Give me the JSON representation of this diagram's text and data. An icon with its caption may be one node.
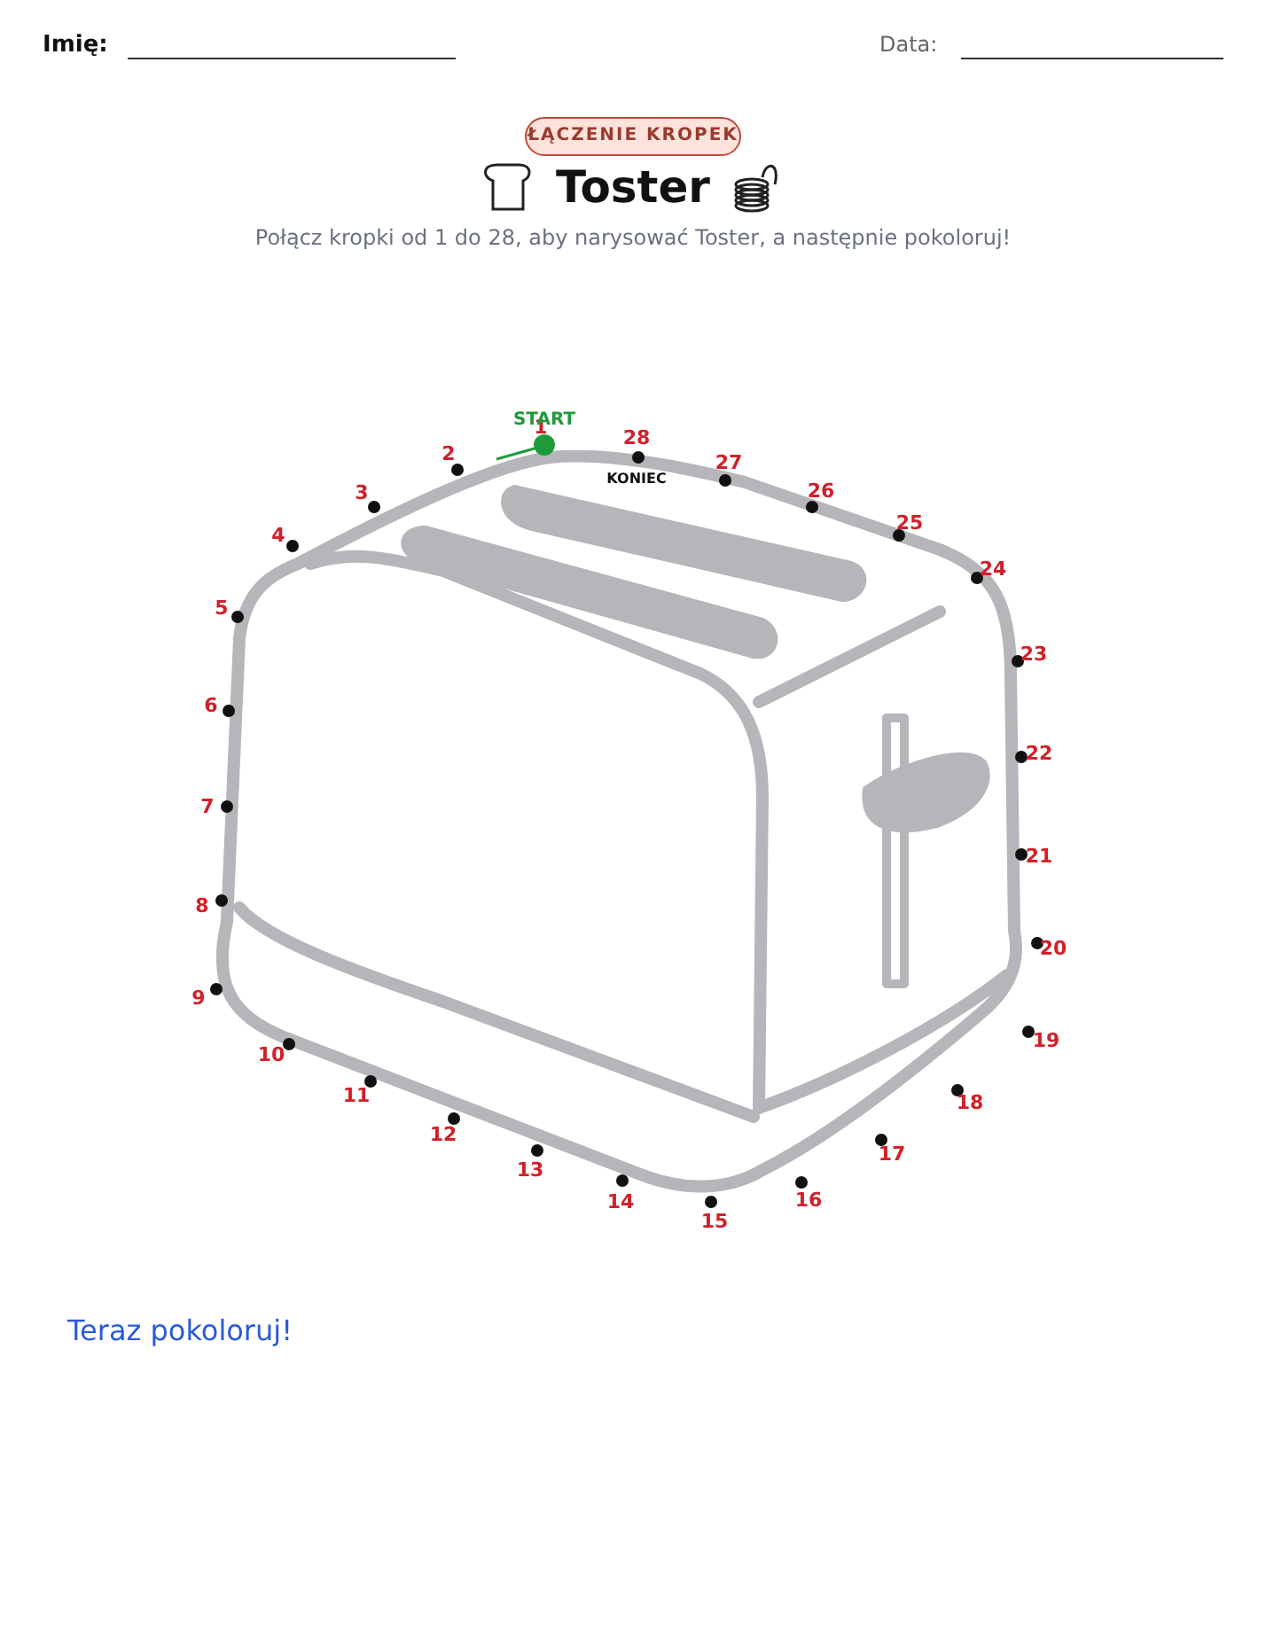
{
  "diagram": {
    "title": "Toster",
    "labels": [
      "Imię:",
      "Data:",
      "ŁĄCZENIE KROPEK",
      "Połącz kropki od 1 do 28, aby narysować Toster, a następnie pokoloruj!",
      "START",
      "KONIEC",
      "1",
      "2",
      "3",
      "4",
      "5",
      "6",
      "7",
      "8",
      "9",
      "10",
      "11",
      "12",
      "13",
      "14",
      "15",
      "16",
      "17",
      "18",
      "19",
      "20",
      "21",
      "22",
      "23",
      "24",
      "25",
      "26",
      "27",
      "28",
      "Teraz pokoloruj!"
    ]
  }
}
